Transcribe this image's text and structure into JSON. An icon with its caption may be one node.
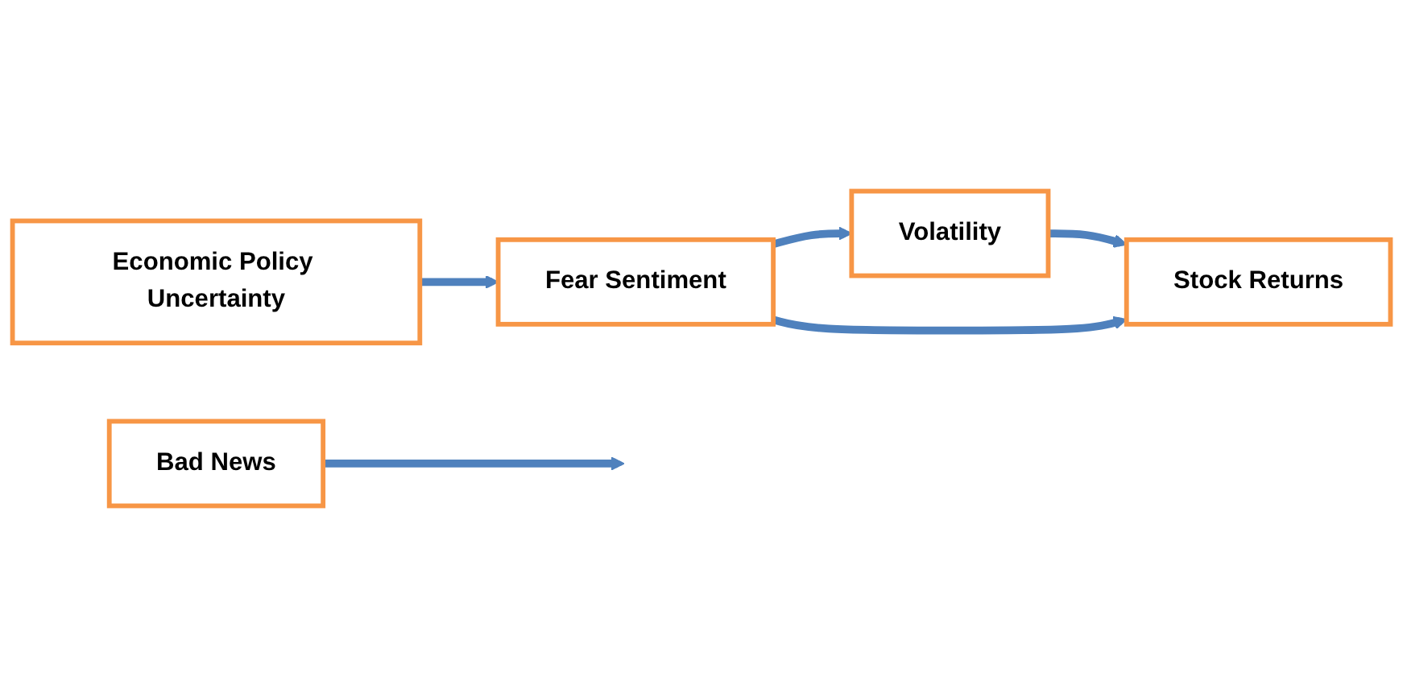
{
  "diagram": {
    "nodes": [
      {
        "text": [
          "Bad News"
        ]
      },
      {
        "text": [
          "Fear Sentiment"
        ]
      },
      {
        "text": [
          "Volatility"
        ]
      },
      {
        "text": [
          "Stock Returns"
        ]
      },
      {
        "text": [
          "Economic Policy Uncertainty"
        ]
      }
    ],
    "edges": [
      {
        "from": 1,
        "to": 2,
        "arrow": "to"
      },
      {
        "from": 2,
        "to": 3,
        "arrow": "to"
      },
      {
        "from": 0,
        "to": null,
        "arrow": "to"
      },
      {
        "from": 1,
        "to": 3,
        "arrow": "to"
      },
      {
        "from": 4,
        "to": 1,
        "arrow": "to"
      }
    ]
  }
}
